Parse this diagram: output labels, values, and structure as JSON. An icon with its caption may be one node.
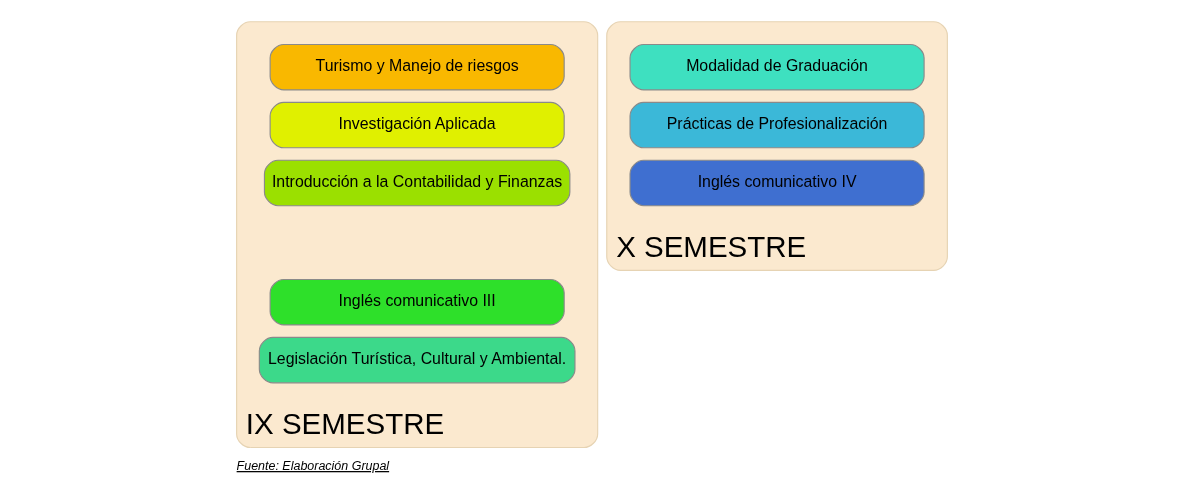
{
  "diagram": {
    "caption": "Fuente: Elaboración Grupal",
    "nodes": [
      {
        "text": [
          "IX SEMESTRE"
        ]
      },
      {
        "text": [
          "Turismo y Manejo de riesgos"
        ],
        "in": 0
      },
      {
        "text": [
          "Investigación Aplicada"
        ],
        "in": 0
      },
      {
        "text": [
          "Introducción a la Contabilidad y Finanzas"
        ],
        "in": 0
      },
      {
        "text": [
          "Inglés comunicativo III"
        ],
        "in": 0
      },
      {
        "text": [
          "Legislación Turística, Cultural y Ambiental."
        ],
        "in": 0
      },
      {
        "text": [
          "X SEMESTRE"
        ]
      },
      {
        "text": [
          "Modalidad de Graduación"
        ],
        "in": 6
      },
      {
        "text": [
          "Prácticas de Profesionalización"
        ],
        "in": 6
      },
      {
        "text": [
          "Inglés comunicativo IV"
        ],
        "in": 6
      }
    ]
  }
}
